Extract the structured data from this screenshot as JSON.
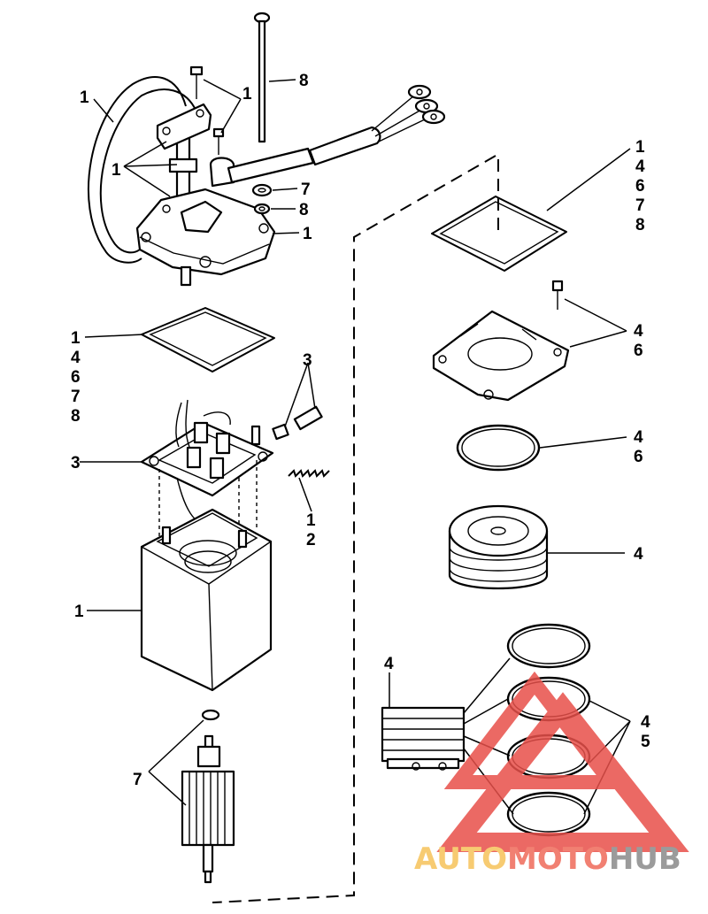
{
  "callouts": [
    {
      "id": "c1",
      "lines": [
        "1"
      ]
    },
    {
      "id": "c2",
      "lines": [
        "1"
      ]
    },
    {
      "id": "c3",
      "lines": [
        "1"
      ]
    },
    {
      "id": "c4",
      "lines": [
        "8"
      ]
    },
    {
      "id": "c5",
      "lines": [
        "7"
      ]
    },
    {
      "id": "c6",
      "lines": [
        "8"
      ]
    },
    {
      "id": "c7",
      "lines": [
        "1"
      ]
    },
    {
      "id": "c8",
      "lines": [
        "1",
        "4",
        "6",
        "7",
        "8"
      ]
    },
    {
      "id": "c9",
      "lines": [
        "1",
        "4",
        "6",
        "7",
        "8"
      ]
    },
    {
      "id": "c10",
      "lines": [
        "4",
        "6"
      ]
    },
    {
      "id": "c11",
      "lines": [
        "3"
      ]
    },
    {
      "id": "c12",
      "lines": [
        "3"
      ]
    },
    {
      "id": "c13",
      "lines": [
        "4",
        "6"
      ]
    },
    {
      "id": "c14",
      "lines": [
        "1",
        "2"
      ]
    },
    {
      "id": "c15",
      "lines": [
        "4"
      ]
    },
    {
      "id": "c16",
      "lines": [
        "1"
      ]
    },
    {
      "id": "c17",
      "lines": [
        "4"
      ]
    },
    {
      "id": "c18",
      "lines": [
        "4",
        "5"
      ]
    },
    {
      "id": "c19",
      "lines": [
        "7"
      ]
    }
  ],
  "watermark": {
    "part1": "AUTO",
    "part2": "MOTO",
    "part3": "HUB",
    "color1": "#f6c35a",
    "color2": "#ef6a5a",
    "color3": "#8a8a8a",
    "logo_color": "#e8504a"
  }
}
